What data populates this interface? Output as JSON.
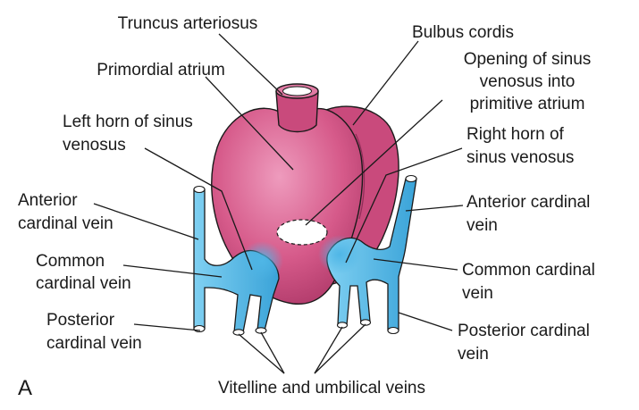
{
  "figure": {
    "panel_letter": "A",
    "labels": {
      "truncus_arteriosus": "Truncus arteriosus",
      "bulbus_cordis": "Bulbus cordis",
      "primordial_atrium": "Primordial atrium",
      "opening_of_sinus": [
        "Opening of sinus",
        "venosus into",
        "primitive atrium"
      ],
      "left_horn": [
        "Left horn of sinus",
        "venosus"
      ],
      "right_horn": [
        "Right horn of",
        "sinus venosus"
      ],
      "anterior_cardinal_left": [
        "Anterior",
        "cardinal vein"
      ],
      "anterior_cardinal_right": [
        "Anterior cardinal",
        "vein"
      ],
      "common_cardinal_left": [
        "Common",
        "cardinal vein"
      ],
      "common_cardinal_right": [
        "Common cardinal",
        "vein"
      ],
      "posterior_cardinal_left": [
        "Posterior",
        "cardinal vein"
      ],
      "posterior_cardinal_right": [
        "Posterior cardinal",
        "vein"
      ],
      "vitelline_umbilical": "Vitelline and umbilical veins"
    },
    "colors": {
      "heart_fill": "#d65a8a",
      "heart_light": "#e98ab0",
      "heart_dark": "#b03a6a",
      "vein_fill": "#4fb6e6",
      "vein_dark": "#2a8fc4",
      "outline": "#1a1a1a"
    }
  }
}
